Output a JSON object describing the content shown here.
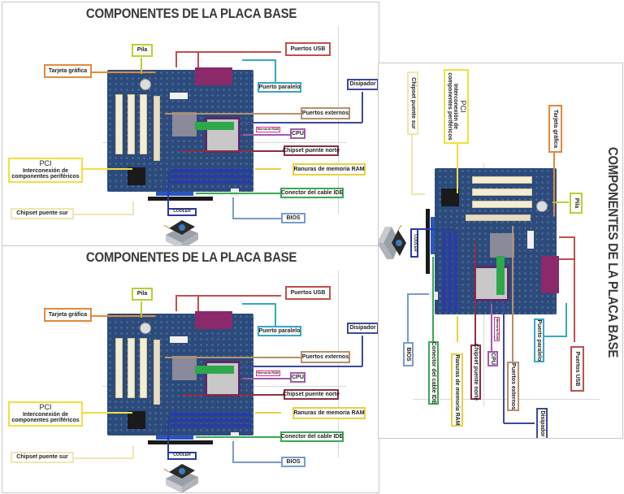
{
  "title": "COMPONENTES DE LA PLACA BASE",
  "labels": {
    "pila": "Pila",
    "puertos_usb": "Puertos USB",
    "tarjeta_grafica": "Tarjeta gráfica",
    "puerto_paralelo": "Puerto paralelo",
    "disipador": "Disipador",
    "puertos_externos": "Puertos externos",
    "memoria_ram": "Memoria RAM",
    "cpu": "CPU",
    "chipset_norte": "Chipset puente norte",
    "pci_title": "PCI",
    "pci_desc_1": "Interconexión de",
    "pci_desc_2": "componentes periféricos",
    "ranuras_ram": "Ranuras de memoria RAM",
    "conector_ide": "Conector del cable IDE",
    "cooler": "COOLER",
    "chipset_sur": "Chipset puente sur",
    "bios": "BIOS"
  },
  "colors": {
    "pila": "#b5d334",
    "puertos_usb": "#c0504d",
    "tarjeta_grafica": "#e08a3c",
    "puerto_paralelo": "#35a8c4",
    "disipador": "#3c4a9c",
    "puertos_externos": "#b8906a",
    "memoria_ram": "#e0288a",
    "cpu": "#a05ab0",
    "chipset_norte": "#8a3040",
    "pci": "#f0e040",
    "ranuras_ram": "#e8d040",
    "conector_ide": "#3aa856",
    "cooler": "#2a3aa0",
    "chipset_sur": "#efe6b0",
    "bios": "#7a9cc8"
  }
}
